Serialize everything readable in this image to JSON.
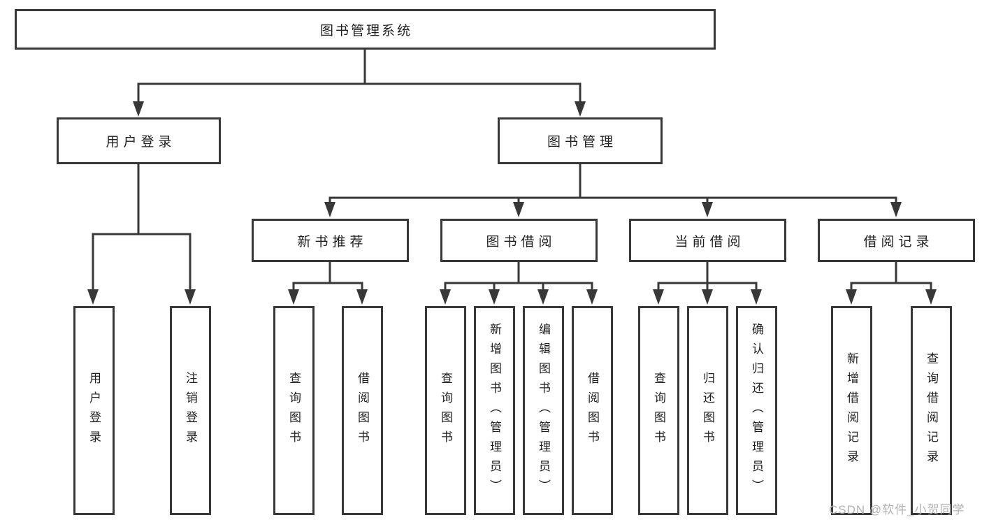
{
  "diagram": {
    "watermark": "CSDN @软件_小贺同学",
    "colors": {
      "line": "#383838",
      "box_border": "#383838",
      "text": "#1f1f1f",
      "watermark": "#b2b2b2",
      "background": "#ffffff"
    },
    "tree": {
      "label": "图书管理系统",
      "children": [
        {
          "label": "用户登录",
          "children": [
            {
              "label": "用户登录"
            },
            {
              "label": "注销登录"
            }
          ]
        },
        {
          "label": "图书管理",
          "children": [
            {
              "label": "新书推荐",
              "children": [
                {
                  "label": "查询图书"
                },
                {
                  "label": "借阅图书"
                }
              ]
            },
            {
              "label": "图书借阅",
              "children": [
                {
                  "label": "查询图书"
                },
                {
                  "label": "新增图书（管理员）"
                },
                {
                  "label": "编辑图书（管理员）"
                },
                {
                  "label": "借阅图书"
                }
              ]
            },
            {
              "label": "当前借阅",
              "children": [
                {
                  "label": "查询图书"
                },
                {
                  "label": "归还图书"
                },
                {
                  "label": "确认归还（管理员）"
                }
              ]
            },
            {
              "label": "借阅记录",
              "children": [
                {
                  "label": "新增借阅记录"
                },
                {
                  "label": "查询借阅记录"
                }
              ]
            }
          ]
        }
      ]
    }
  }
}
